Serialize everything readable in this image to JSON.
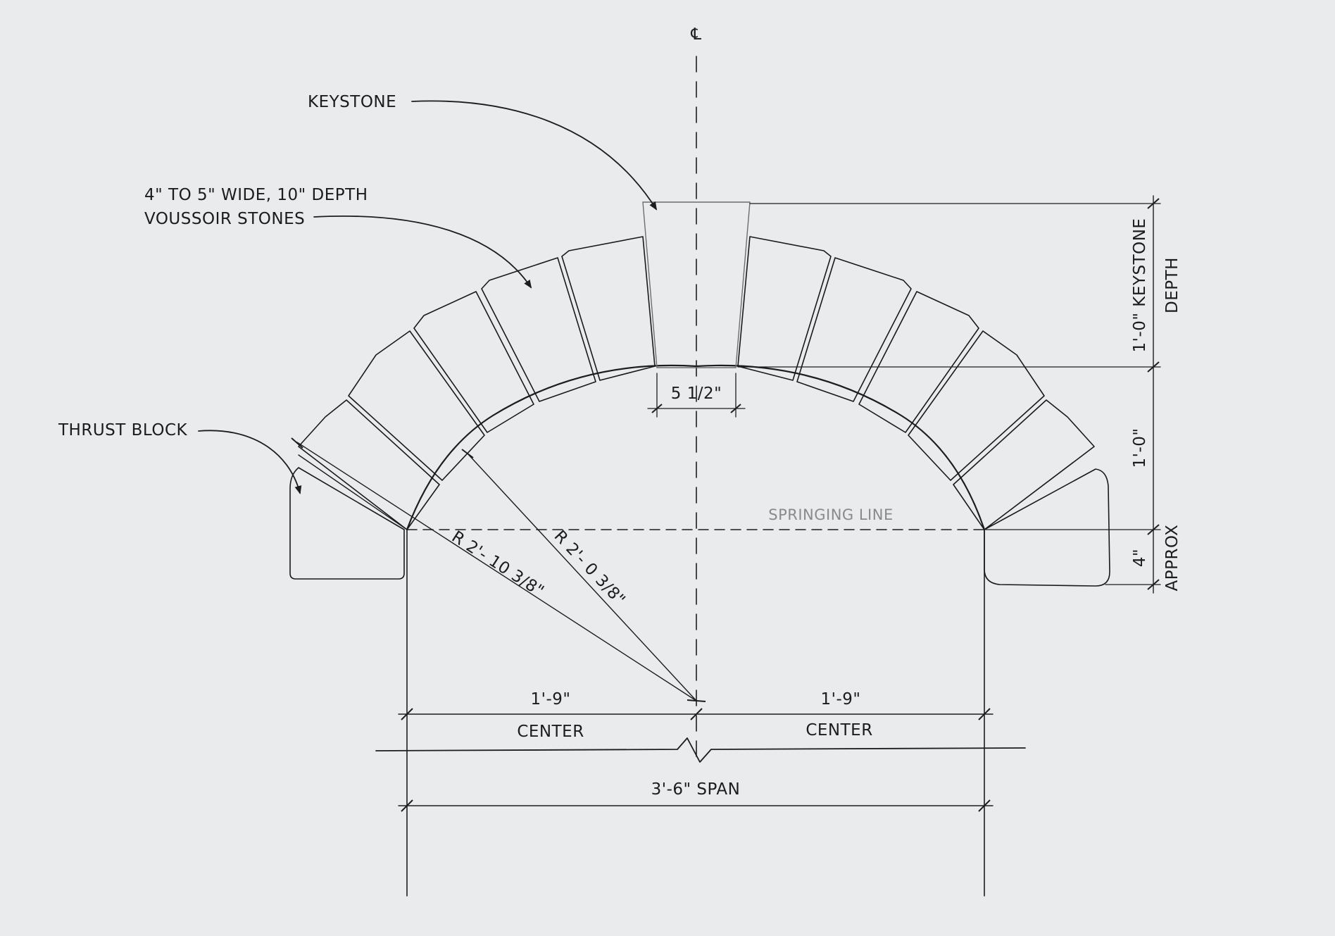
{
  "labels": {
    "centerline": "℄",
    "keystone": "KEYSTONE",
    "voussoir_line1": "4\" TO 5\" WIDE, 10\" DEPTH",
    "voussoir_line2": "VOUSSOIR STONES",
    "thrust_block": "THRUST BLOCK",
    "springing_line": "SPRINGING LINE",
    "keystone_width": "5 1/2\"",
    "radius_outer": "R 2'- 10 3/8\"",
    "radius_inner": "R 2'- 0 3/8\"",
    "half_span_left": "1'-9\"",
    "half_span_right": "1'-9\"",
    "center_left": "CENTER",
    "center_right": "CENTER",
    "span": "3'-6\" SPAN",
    "keystone_depth_1": "1'-0\" KEYSTONE",
    "keystone_depth_2": "DEPTH",
    "rise": "1'-0\"",
    "approx_value": "4\"",
    "approx_label": "APPROX"
  },
  "colors": {
    "paper": "#e9ebec",
    "ink": "#1d1d1d",
    "pencil": "#6d6d6d",
    "faint": "#8a8a8a"
  }
}
